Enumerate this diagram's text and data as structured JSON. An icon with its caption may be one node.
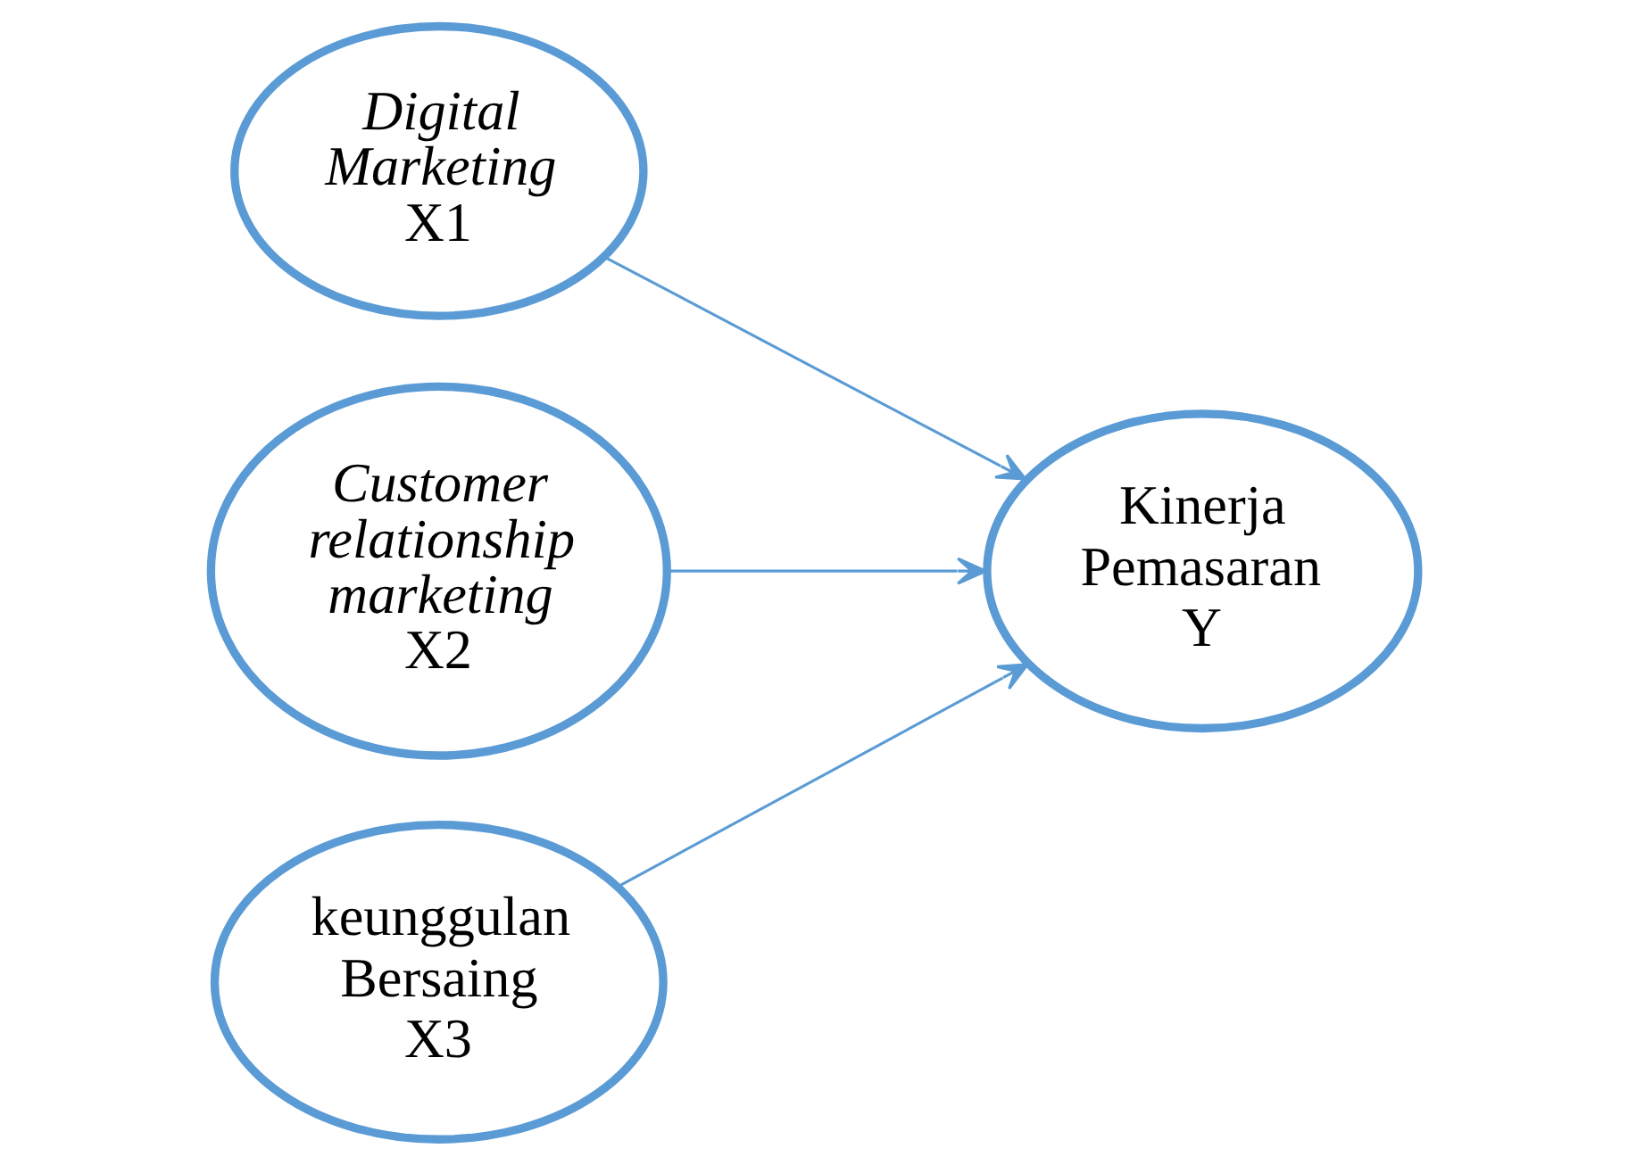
{
  "diagram": {
    "nodes": [
      {
        "text": [
          "Digital Marketing",
          "X1"
        ]
      },
      {
        "text": [
          "Customer relationship marketing",
          "X2"
        ]
      },
      {
        "text": [
          "keunggulan Bersaing",
          "X3"
        ]
      },
      {
        "text": [
          "Kinerja Pemasaran",
          "Y"
        ]
      }
    ],
    "edges": [
      {
        "from": 0,
        "to": 3,
        "arrow": "to"
      },
      {
        "from": 1,
        "to": 3,
        "arrow": "to"
      },
      {
        "from": 2,
        "to": 3,
        "arrow": "to"
      }
    ]
  }
}
